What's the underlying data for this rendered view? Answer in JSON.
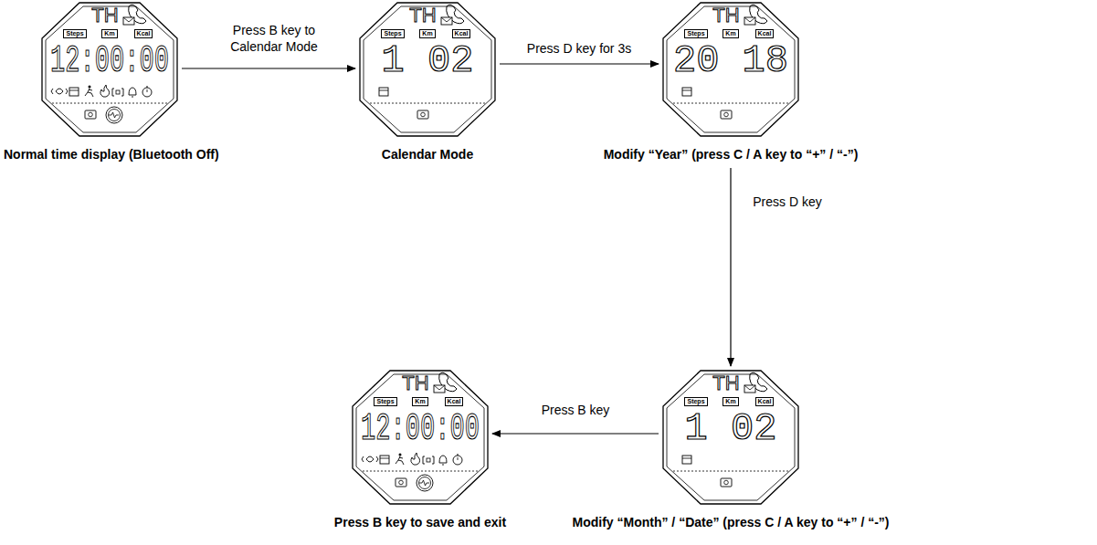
{
  "diagram": {
    "nodes": [
      {
        "text": [
          "Normal time display (Bluetooth Off)"
        ]
      },
      {
        "text": [
          "Calendar Mode"
        ]
      },
      {
        "text": [
          "Modify “Year” (press C / A key to “+” / “-”)"
        ]
      },
      {
        "text": [
          "Press B key to save and exit"
        ]
      },
      {
        "text": [
          "Modify “Month” / “Date” (press C / A key to “+” / “-”)"
        ]
      }
    ],
    "edges": [
      {
        "from": 0,
        "to": 1,
        "label": "Press B key to Calendar Mode",
        "arrow": "to"
      },
      {
        "from": 1,
        "to": 2,
        "label": "Press D key for 3s",
        "arrow": "to"
      },
      {
        "from": 2,
        "to": 4,
        "label": "Press D key",
        "arrow": "to"
      },
      {
        "from": 4,
        "to": 3,
        "label": "Press B key",
        "arrow": "to"
      }
    ],
    "labels": [
      "TH",
      "Steps",
      "Km",
      "Kcal",
      "12:00:00",
      "TH",
      "Steps",
      "Km",
      "Kcal",
      "1 02",
      "TH",
      "Steps",
      "Km",
      "Kcal",
      "20 18",
      "TH",
      "Steps",
      "Km",
      "Kcal",
      "12:00:00",
      "TH",
      "Steps",
      "Km",
      "Kcal",
      "1 02"
    ]
  }
}
